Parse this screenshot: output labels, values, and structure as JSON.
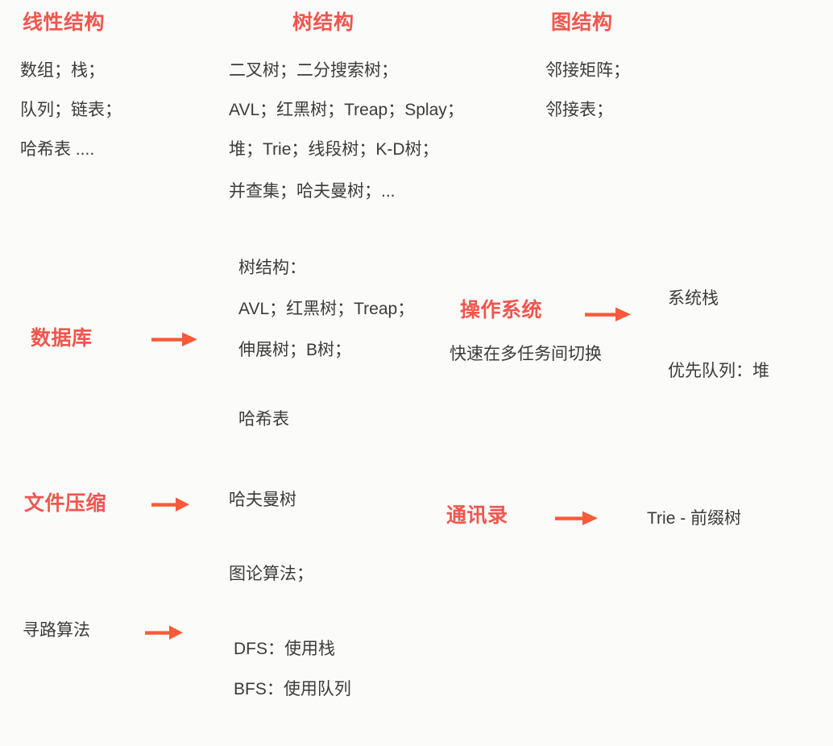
{
  "page": {
    "background_color": "#fbfbf9",
    "accent_red": "#f0564f",
    "arrow_color": "#fa5a39",
    "text_color": "#3b3b3b"
  },
  "columns": [
    {
      "heading": "线性结构",
      "items": [
        "数组；栈；",
        "队列；链表；",
        "哈希表 ...."
      ]
    },
    {
      "heading": "树结构",
      "items": [
        "二叉树；二分搜索树；",
        "AVL；红黑树；Treap；Splay；",
        "堆；Trie；线段树；K-D树；",
        "并查集；哈夫曼树；..."
      ]
    },
    {
      "heading": "图结构",
      "items": [
        "邻接矩阵；",
        "邻接表；"
      ]
    }
  ],
  "mappings": [
    {
      "source": "数据库",
      "source_style": "red",
      "arrow": "arrow-right-icon",
      "targets": [
        "树结构：",
        "AVL；红黑树；Treap；",
        "伸展树；B树；",
        "哈希表"
      ]
    },
    {
      "source": "操作系统",
      "source_style": "red",
      "source_note": "快速在多任务间切换",
      "arrow": "arrow-right-icon",
      "targets": [
        "系统栈",
        "优先队列：堆"
      ]
    },
    {
      "source": "文件压缩",
      "source_style": "red",
      "arrow": "arrow-right-icon",
      "targets": [
        "哈夫曼树"
      ]
    },
    {
      "source": "通讯录",
      "source_style": "red",
      "arrow": "arrow-right-icon",
      "targets": [
        "Trie - 前缀树"
      ]
    },
    {
      "source": "寻路算法",
      "source_style": "dark",
      "arrow": "arrow-right-icon",
      "targets": [
        "图论算法；",
        "DFS：使用栈",
        "BFS：使用队列"
      ]
    }
  ]
}
